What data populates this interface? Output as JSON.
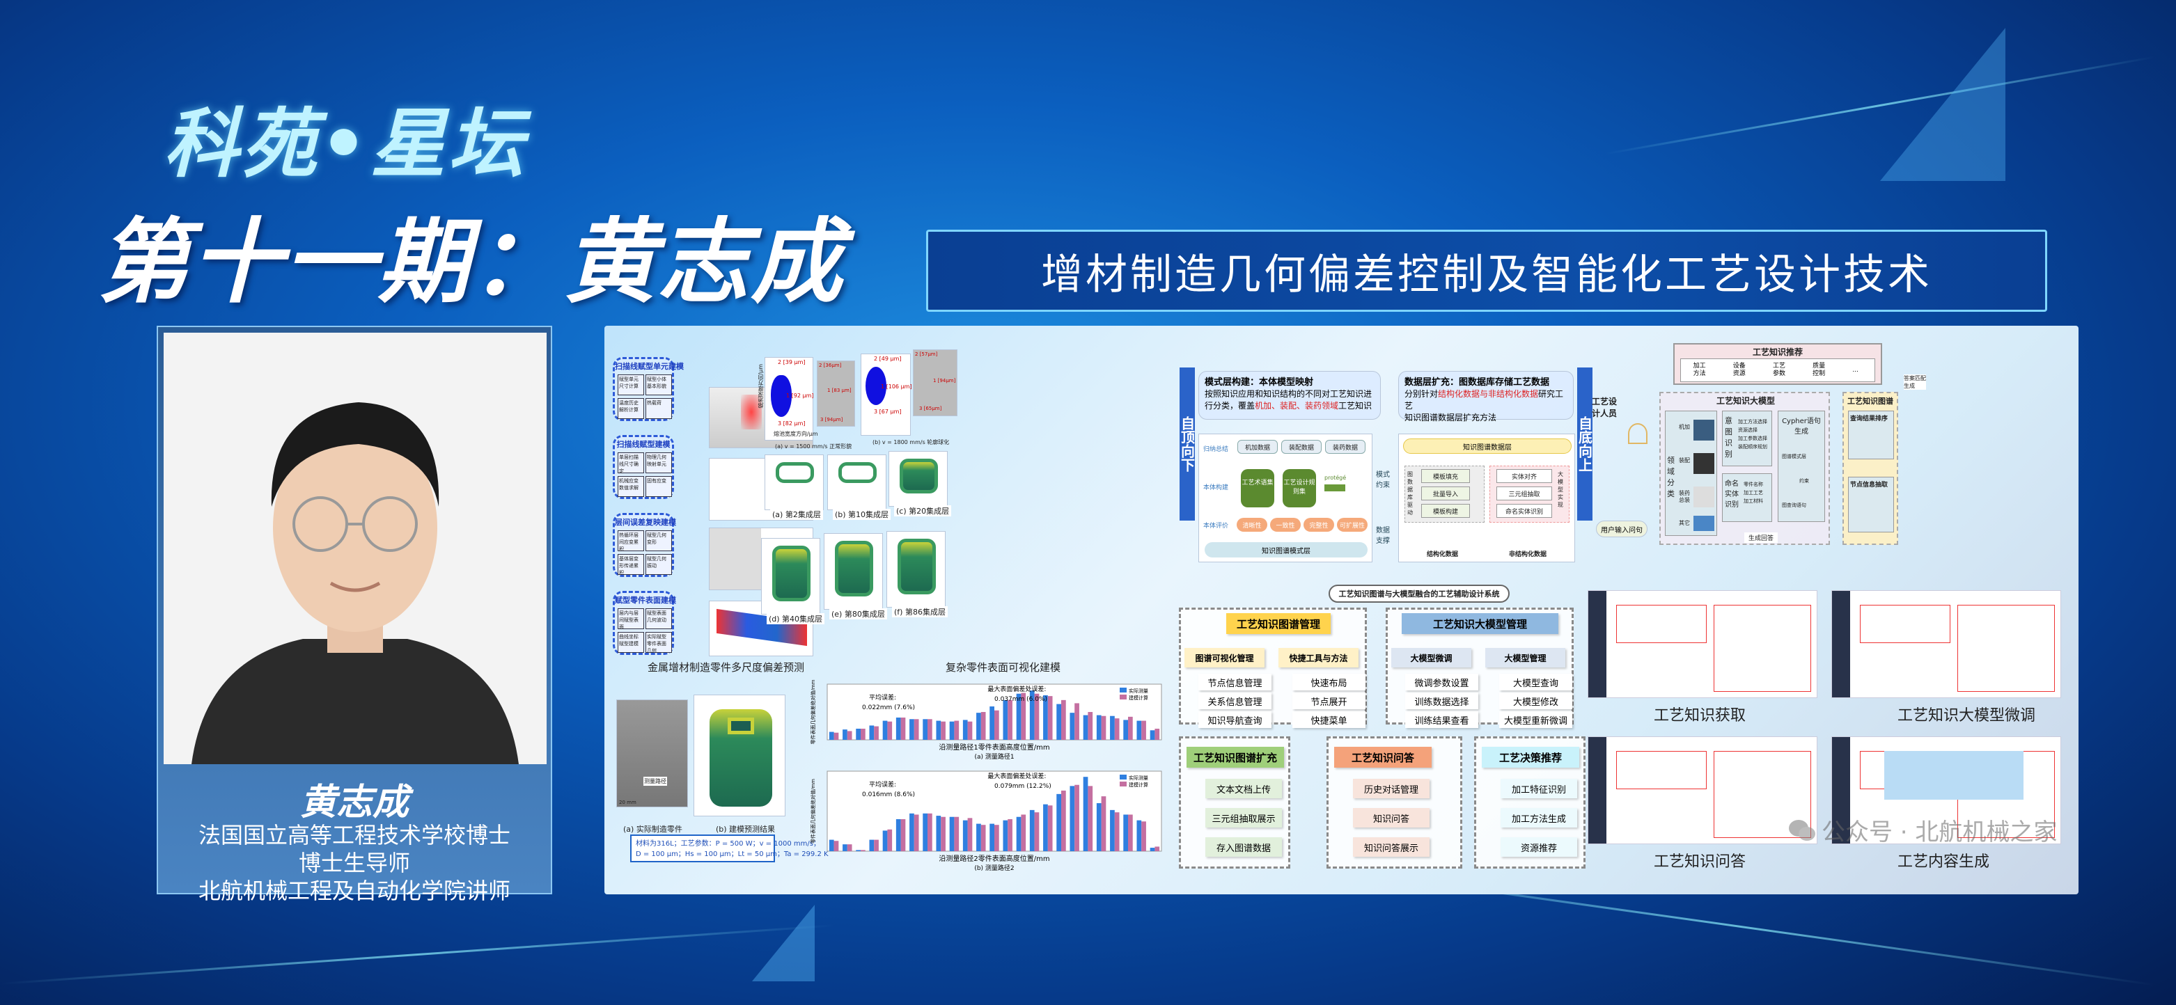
{
  "header": {
    "brand": "科苑•星坛",
    "issue": "第十一期：黄志成",
    "talk_title": "增材制造几何偏差控制及智能化工艺设计技术"
  },
  "speaker": {
    "name": "黄志成",
    "lines": [
      "法国国立高等工程技术学校博士",
      "博士生导师",
      "北航机械工程及自动化学院讲师"
    ]
  },
  "left_section": {
    "flow": [
      {
        "title": "扫描线赋型单元建模",
        "items": [
          "赋型单元尺寸计算",
          "赋型小体基本形貌",
          "温度历史解析计算",
          "热载荷"
        ]
      },
      {
        "title": "扫描线赋型建模",
        "items": [
          "单层扫描线尺寸确定",
          "物理几何映射单元",
          "机械应变数值求解",
          "固有应变"
        ]
      },
      {
        "title": "层间误差复映建模",
        "items": [
          "热循环层间应变累积",
          "赋型几何变形",
          "基体层变形传递累积",
          "赋型几何振动"
        ]
      },
      {
        "title": "赋型零件表面建模",
        "items": [
          "层内与层间赋型表面",
          "赋型表面几何波动",
          "曲线坐标赋型建模",
          "实际赋型零件表面几何"
        ]
      }
    ],
    "melt_pool": [
      {
        "caption": "(a) v = 1500 mm/s 正常形貌",
        "sim": [
          "2 [39 μm]",
          "1 [92 μm]",
          "3 [82 μm]"
        ],
        "exp": [
          "2 [36μm]",
          "1 [83 μm]",
          "3 [94μm]"
        ]
      },
      {
        "caption": "(b) v = 1800 mm/s 轮廓球化",
        "sim": [
          "2 [49 μm]",
          "1 [106 μm]",
          "3 [67 μm]"
        ],
        "exp": [
          "2 [57μm]",
          "1 [94μm]",
          "3 [65μm]"
        ]
      }
    ],
    "axis_y": "熔池深度方向/μm",
    "axis_x": "熔池宽度方向/μm",
    "layers": [
      "(a) 第2集成层",
      "(b) 第10集成层",
      "(c) 第20集成层",
      "(d) 第40集成层",
      "(e) 第80集成层",
      "(f) 第86集成层"
    ],
    "caption_left": "金属增材制造零件多尺度偏差预测",
    "caption_right": "复杂零件表面可视化建模",
    "part_labels": {
      "path": "测量路径",
      "scale": "20 mm",
      "photo_caption": "(a) 实际制造零件",
      "model_caption": "(b) 建模预测结果"
    },
    "params": [
      "材料为316L；工艺参数：P = 500 W；v = 1000 mm/s；",
      "D = 100 μm；Hs = 100 μm；Lt = 50 μm；Ta = 299.2 K"
    ]
  },
  "chart_data": [
    {
      "type": "bar",
      "title": "(a) 测量路径1",
      "xlabel": "沿测量路径1零件表面高度位置/mm",
      "ylabel": "零件表面几何偏差绝对值/mm",
      "ylim": [
        0,
        0.7
      ],
      "legend": [
        "实际测量",
        "建模计算"
      ],
      "annotations": [
        "平均误差:",
        "0.022mm (7.6%)",
        "最大表面偏差处误差:",
        "0.037mm (6.0%)"
      ],
      "series": [
        {
          "name": "实际测量",
          "color": "#2f7fe0",
          "values": [
            0.1,
            0.13,
            0.14,
            0.18,
            0.24,
            0.28,
            0.26,
            0.26,
            0.24,
            0.23,
            0.25,
            0.34,
            0.42,
            0.5,
            0.58,
            0.62,
            0.56,
            0.45,
            0.34,
            0.31,
            0.31,
            0.3,
            0.25,
            0.24,
            0.12
          ]
        },
        {
          "name": "建模计算",
          "color": "#c46fa0",
          "values": [
            0.09,
            0.11,
            0.14,
            0.17,
            0.23,
            0.28,
            0.26,
            0.26,
            0.23,
            0.24,
            0.23,
            0.35,
            0.37,
            0.5,
            0.59,
            0.58,
            0.55,
            0.5,
            0.46,
            0.35,
            0.3,
            0.27,
            0.29,
            0.24,
            0.14
          ]
        }
      ]
    },
    {
      "type": "bar",
      "title": "(b) 测量路径2",
      "xlabel": "沿测量路径2零件表面高度位置/mm",
      "ylabel": "零件表面几何偏差绝对值/mm",
      "ylim": [
        0,
        0.7
      ],
      "legend": [
        "实际测量",
        "建模计算"
      ],
      "annotations": [
        "平均误差:",
        "0.016mm (8.6%)",
        "最大表面偏差处误差:",
        "0.079mm (12.2%)"
      ],
      "series": [
        {
          "name": "实际测量",
          "color": "#2f7fe0",
          "values": [
            0.1,
            0.06,
            0.01,
            0.1,
            0.18,
            0.28,
            0.33,
            0.33,
            0.31,
            0.3,
            0.27,
            0.24,
            0.24,
            0.27,
            0.3,
            0.36,
            0.41,
            0.5,
            0.57,
            0.65,
            0.42,
            0.36,
            0.32,
            0.27,
            0.03
          ]
        },
        {
          "name": "建模计算",
          "color": "#c46fa0",
          "values": [
            0.09,
            0.06,
            0.01,
            0.1,
            0.19,
            0.28,
            0.32,
            0.33,
            0.3,
            0.3,
            0.29,
            0.23,
            0.23,
            0.28,
            0.32,
            0.34,
            0.4,
            0.53,
            0.58,
            0.57,
            0.48,
            0.34,
            0.32,
            0.26,
            0.04
          ]
        }
      ]
    }
  ],
  "middle_section": {
    "top_down": "自顶向下",
    "bottom_up": "自底向上",
    "schema": {
      "heading": "模式层构建：本体模型映射",
      "desc": [
        "按照知识应用和知识结构的不同对工艺知识进",
        "行分类，覆盖",
        "机加、装配、装药领域",
        "工艺知识"
      ],
      "data_boxes": [
        "机加数据",
        "装配数据",
        "装药数据"
      ],
      "steps": [
        "归纳总结",
        "本体构建",
        "本体评价"
      ],
      "dbs": [
        "工艺术语集",
        "工艺设计规则集"
      ],
      "arrow": "protégé",
      "props": [
        "清晰性",
        "一致性",
        "完整性",
        "可扩展性"
      ],
      "layer": "知识图谱模式层"
    },
    "data": {
      "heading": "数据层扩充：图数据库存储工艺数据",
      "desc": [
        "分别针对",
        "结构化数据与非结构化数据",
        "研究工艺",
        "知识图谱数据层扩充方法"
      ],
      "layer": "知识图谱数据层",
      "left_label": "图数据库驱动",
      "left_items": [
        "模板填充",
        "批量导入",
        "模板构建"
      ],
      "right_label": "大模型实现",
      "right_items": [
        "实体对齐",
        "三元组抽取",
        "命名实体识别"
      ],
      "src": [
        "结构化数据",
        "非结构化数据"
      ]
    },
    "mid_labels": [
      "模式约束",
      "数据支撑"
    ],
    "system": {
      "title": "工艺知识图谱与大模型融合的工艺辅助设计系统",
      "modules": [
        {
          "head": "工艺知识图谱管理",
          "color": "#ffd34d",
          "sub": [
            {
              "head": "图谱可视化管理",
              "items": [
                "节点信息管理",
                "关系信息管理",
                "知识导航查询"
              ]
            },
            {
              "head": "快捷工具与方法",
              "items": [
                "快速布局",
                "节点展开",
                "快捷菜单"
              ]
            }
          ]
        },
        {
          "head": "工艺知识大模型管理",
          "color": "#8fb8e0",
          "sub": [
            {
              "head": "大模型微调",
              "items": [
                "微调参数设置",
                "训练数据选择",
                "训练结果查看"
              ]
            },
            {
              "head": "大模型管理",
              "items": [
                "大模型查询",
                "大模型修改",
                "大模型重新微调"
              ]
            }
          ]
        },
        {
          "head": "工艺知识图谱扩充",
          "color": "#9fcf7a",
          "items": [
            "文本文档上传",
            "三元组抽取展示",
            "存入图谱数据"
          ]
        },
        {
          "head": "工艺知识问答",
          "color": "#f4a27a",
          "items": [
            "历史对话管理",
            "知识问答",
            "知识问答展示"
          ]
        },
        {
          "head": "工艺决策推荐",
          "color": "#c9f2fb",
          "items": [
            "加工特征识别",
            "加工方法生成",
            "资源推荐"
          ]
        }
      ]
    }
  },
  "right_section": {
    "recommend": {
      "title": "工艺知识推荐",
      "items": [
        "加工方法",
        "设备资源",
        "工艺参数",
        "质量控制",
        "..."
      ]
    },
    "designer": "工艺设计人员",
    "user_query": "用户输入问句",
    "llm": {
      "title": "工艺知识大模型",
      "domain": "领域分类",
      "domains": [
        "机加",
        "装配",
        "装药总装",
        "其它"
      ],
      "intent": "意图识别",
      "intents": [
        "加工方法选择",
        "资源选择",
        "加工参数选择",
        "装配顺序规划",
        "..."
      ],
      "ner": "命名实体识别",
      "entities": [
        "零件名称",
        "加工工艺",
        "加工材料",
        "..."
      ],
      "cypher": "Cypher语句生成",
      "cypher_parts": [
        "图谱模式层",
        "约束",
        "图查询语句"
      ],
      "answer": "生成回答"
    },
    "kg": {
      "title": "工艺知识图谱",
      "sort": "查询结果排序",
      "extract": "节点信息抽取",
      "match": "答案匹配生成"
    },
    "screens": [
      "工艺知识获取",
      "工艺知识大模型微调",
      "工艺知识问答",
      "工艺内容生成"
    ]
  },
  "watermark": "公众号 · 北航机械之家"
}
